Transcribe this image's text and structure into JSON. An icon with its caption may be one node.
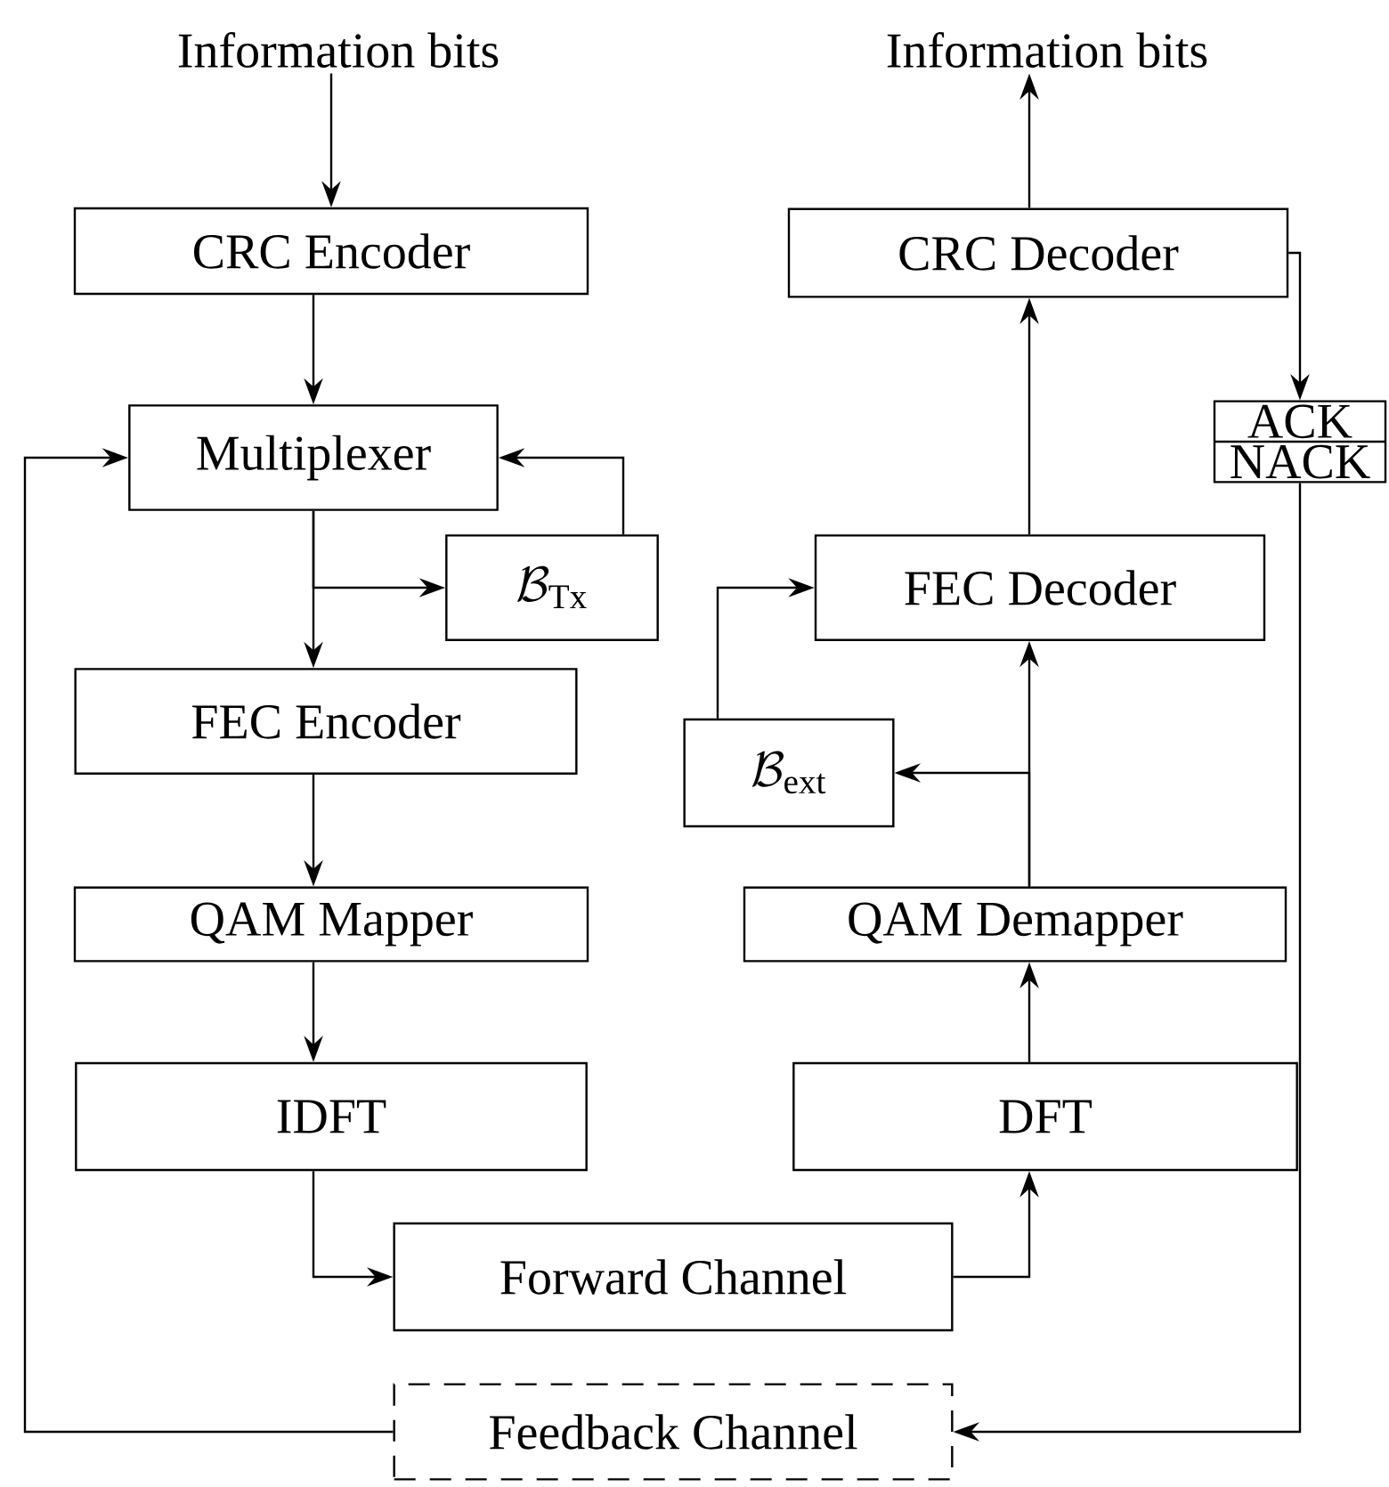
{
  "diagram": {
    "nodes": [
      {
        "text": [
          "Information bits"
        ]
      },
      {
        "text": [
          "CRC Encoder"
        ]
      },
      {
        "text": [
          "Multiplexer"
        ]
      },
      {
        "text": [
          "\\mathcal{B}_{\\mathrm{Tx}}"
        ]
      },
      {
        "text": [
          "FEC Encoder"
        ]
      },
      {
        "text": [
          "QAM Mapper"
        ]
      },
      {
        "text": [
          "IDFT"
        ]
      },
      {
        "text": [
          "Forward Channel"
        ]
      },
      {
        "text": [
          "DFT"
        ]
      },
      {
        "text": [
          "QAM Demapper"
        ]
      },
      {
        "text": [
          "\\mathcal{B}_{\\mathrm{ext}}"
        ]
      },
      {
        "text": [
          "FEC Decoder"
        ]
      },
      {
        "text": [
          "CRC Decoder"
        ]
      },
      {
        "text": [
          "Information bits"
        ]
      },
      {
        "text": [
          "ACK",
          "NACK"
        ]
      },
      {
        "text": [
          "Feedback Channel"
        ]
      }
    ],
    "edges": [
      {
        "from": 0,
        "to": 1,
        "arrow": "to"
      },
      {
        "from": 1,
        "to": 2,
        "arrow": "to"
      },
      {
        "from": 2,
        "to": 4,
        "arrow": "to"
      },
      {
        "from": 2,
        "to": 3,
        "arrow": "to"
      },
      {
        "from": 3,
        "to": 2,
        "arrow": "to"
      },
      {
        "from": 4,
        "to": 5,
        "arrow": "to"
      },
      {
        "from": 5,
        "to": 6,
        "arrow": "to"
      },
      {
        "from": 6,
        "to": 7,
        "arrow": "to"
      },
      {
        "from": 7,
        "to": 8,
        "arrow": "to"
      },
      {
        "from": 8,
        "to": 9,
        "arrow": "to"
      },
      {
        "from": 9,
        "to": 11,
        "arrow": "to"
      },
      {
        "from": 9,
        "to": 10,
        "arrow": "to"
      },
      {
        "from": 10,
        "to": 11,
        "arrow": "to"
      },
      {
        "from": 11,
        "to": 12,
        "arrow": "to"
      },
      {
        "from": 12,
        "to": 13,
        "arrow": "to"
      },
      {
        "from": 12,
        "to": 14,
        "arrow": "to"
      },
      {
        "from": 14,
        "to": 15,
        "arrow": "to"
      },
      {
        "from": 15,
        "to": 2,
        "arrow": "to"
      }
    ]
  }
}
